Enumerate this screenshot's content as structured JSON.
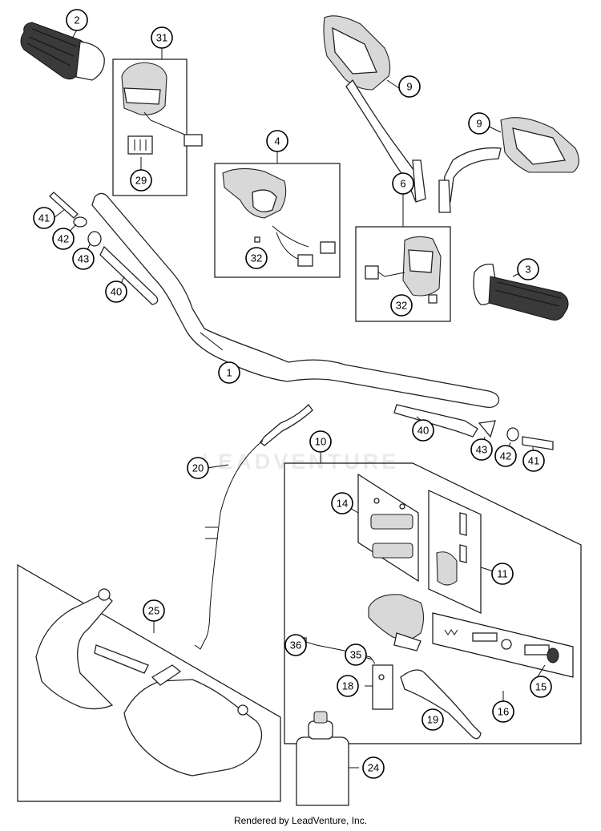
{
  "callouts": {
    "c1": "1",
    "c2": "2",
    "c3": "3",
    "c4": "4",
    "c6": "6",
    "c9a": "9",
    "c9b": "9",
    "c10": "10",
    "c11": "11",
    "c14": "14",
    "c15": "15",
    "c16": "16",
    "c18": "18",
    "c19": "19",
    "c20": "20",
    "c24": "24",
    "c25": "25",
    "c29": "29",
    "c31": "31",
    "c32a": "32",
    "c32b": "32",
    "c35": "35",
    "c36": "36",
    "c40a": "40",
    "c40b": "40",
    "c41a": "41",
    "c41b": "41",
    "c42a": "42",
    "c42b": "42",
    "c43a": "43",
    "c43b": "43"
  },
  "watermark": "LEADVENTURE",
  "footer": "Rendered by LeadVenture, Inc."
}
